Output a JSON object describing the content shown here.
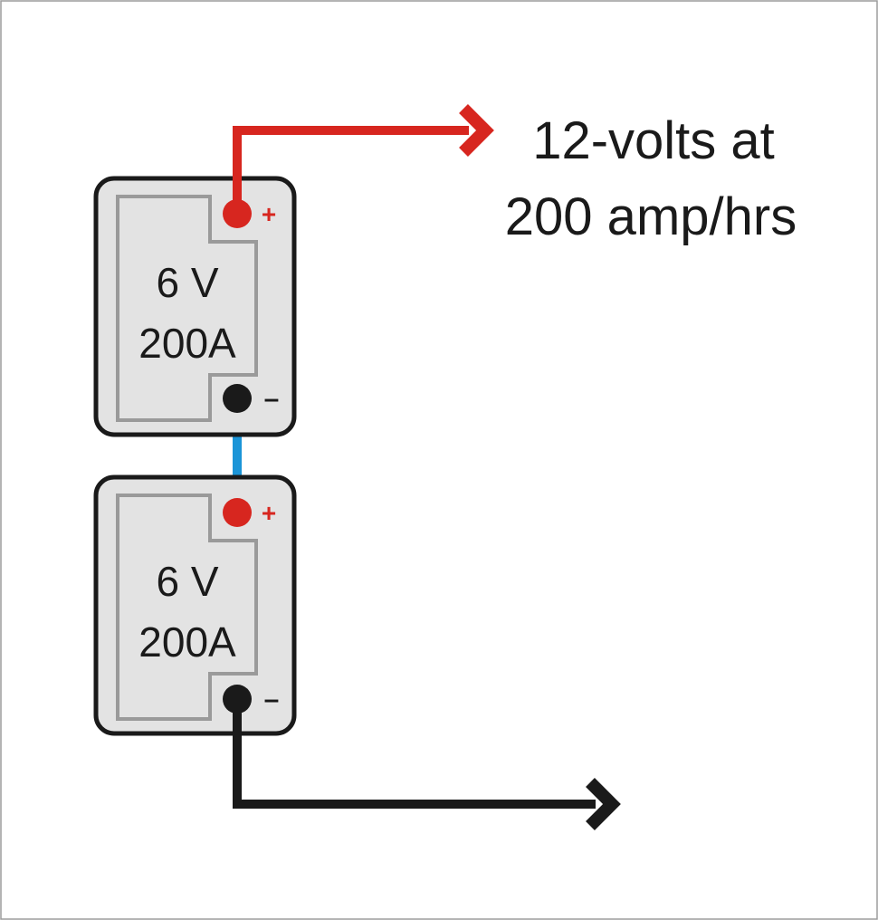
{
  "output": {
    "line1": "12-volts at",
    "line2": "200 amp/hrs"
  },
  "batteries": [
    {
      "voltage": "6 V",
      "capacity": "200A",
      "positive_symbol": "+",
      "negative_symbol": "–"
    },
    {
      "voltage": "6 V",
      "capacity": "200A",
      "positive_symbol": "+",
      "negative_symbol": "–"
    }
  ],
  "colors": {
    "positive_wire": "#d7261f",
    "negative_wire": "#1a1a1a",
    "series_link": "#1b95d8",
    "battery_fill": "#e3e3e3",
    "battery_inner_border": "#9a9a9a",
    "positive_terminal": "#d7261f",
    "negative_terminal": "#1a1a1a",
    "positive_sign": "#d7261f",
    "negative_sign": "#1a1a1a"
  }
}
